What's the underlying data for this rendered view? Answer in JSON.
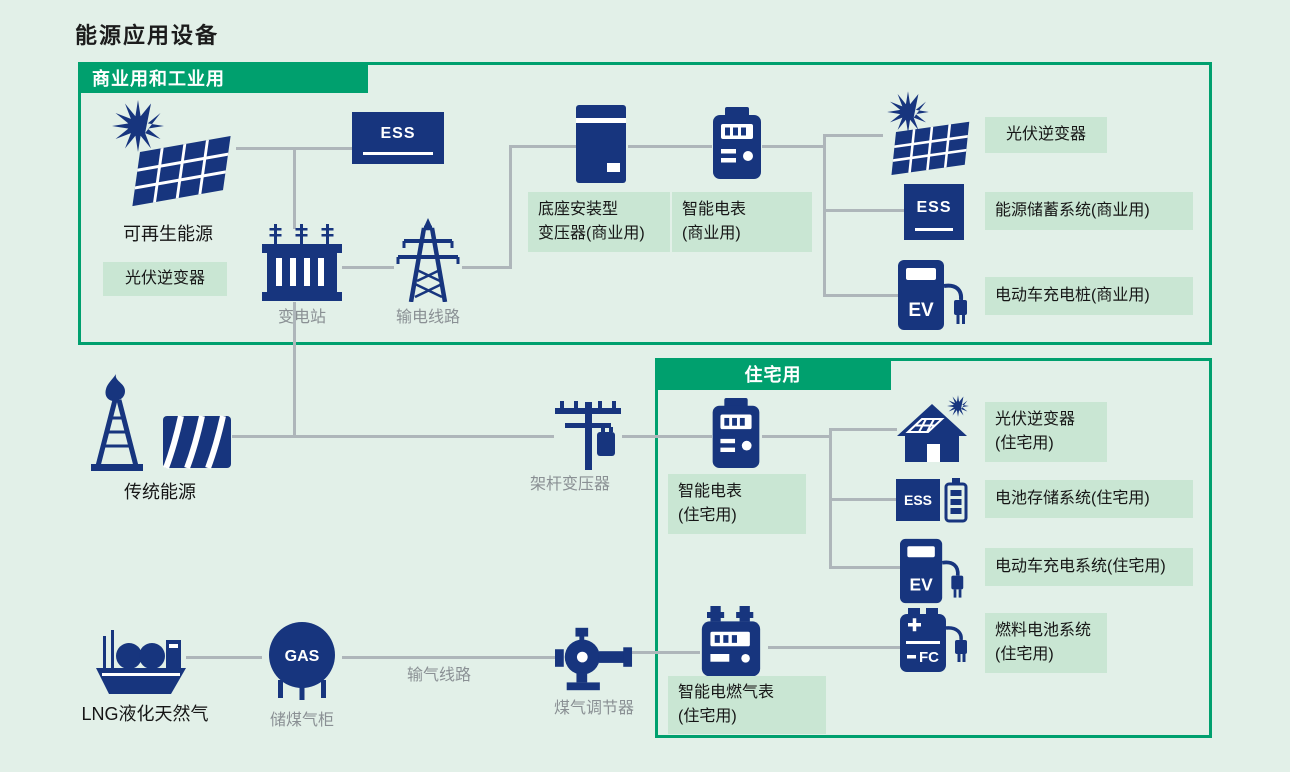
{
  "title": "能源应用设备",
  "colors": {
    "accent_green": "#00a06e",
    "label_background": "#c9e6d3",
    "icon_blue": "#17357e",
    "page_background": "#e2f0e8",
    "connector_gray": "#aeb6ba"
  },
  "commercial": {
    "header": "商业用和工业用",
    "renewable_label": "可再生能源",
    "renewable_inverter_label": "光伏逆变器",
    "ess_text": "ESS",
    "substation_label": "变电站",
    "transmission_label": "输电线路",
    "pad_transformer_line1": "底座安装型",
    "pad_transformer_line2": "变压器(商业用)",
    "smart_meter_line1": "智能电表",
    "smart_meter_line2": "(商业用)",
    "pv_inverter_label": "光伏逆变器",
    "storage_ess_text": "ESS",
    "storage_label": "能源储蓄系统(商业用)",
    "ev_text": "EV",
    "ev_label": "电动车充电桩(商业用)"
  },
  "grid": {
    "traditional_label": "传统能源",
    "pole_transformer_label": "架杆变压器"
  },
  "residential": {
    "header": "住宅用",
    "smart_meter_line1": "智能电表",
    "smart_meter_line2": "(住宅用)",
    "pv_inverter_line1": "光伏逆变器",
    "pv_inverter_line2": "(住宅用)",
    "battery_ess_text": "ESS",
    "battery_label": "电池存储系统(住宅用)",
    "ev_text": "EV",
    "ev_label": "电动车充电系统(住宅用)",
    "fc_text": "FC",
    "fc_line1": "燃料电池系统",
    "fc_line2": "(住宅用)",
    "gas_meter_line1": "智能电燃气表",
    "gas_meter_line2": "(住宅用)"
  },
  "gas": {
    "lng_label": "LNG液化天然气",
    "tank_text": "GAS",
    "tank_label": "储煤气柜",
    "pipeline_label": "输气线路",
    "regulator_label": "煤气调节器"
  },
  "icons": {
    "renewable_energy": "sun-solar-panel-icon",
    "substation": "substation-building-icon",
    "transmission": "transmission-tower-icon",
    "pad_transformer": "pad-mounted-transformer-icon",
    "smart_meter": "smart-meter-icon",
    "pv_panel": "sun-solar-panel-icon",
    "ess": "ess-storage-box",
    "ev_charger": "ev-charger-plug-icon",
    "traditional_energy": "oil-derrick-dam-icon",
    "pole_transformer": "pole-transformer-icon",
    "house_pv": "solar-house-icon",
    "battery": "ess-battery-icon",
    "fuel_cell": "fuel-cell-plug-icon",
    "lng_ship": "lng-ship-icon",
    "gas_tank": "gas-sphere-tank-icon",
    "gas_regulator": "gas-regulator-icon",
    "gas_meter": "smart-gas-meter-icon"
  }
}
